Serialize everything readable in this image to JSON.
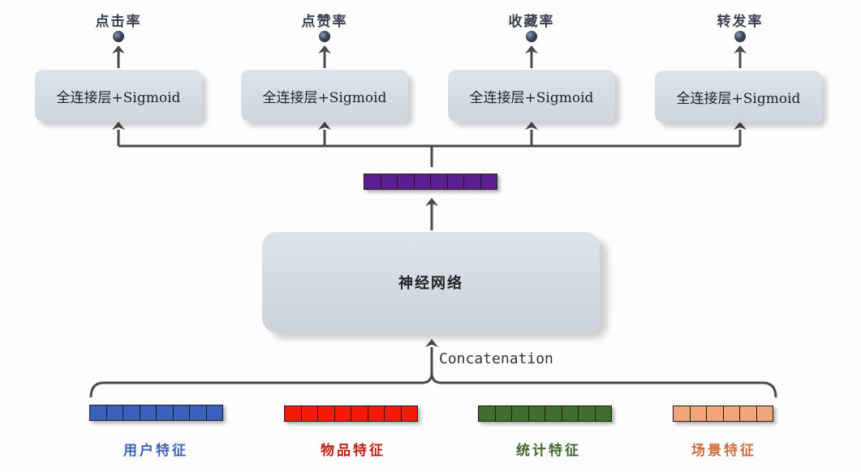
{
  "outputs": [
    {
      "label": "点击率",
      "layer": "全连接层+Sigmoid"
    },
    {
      "label": "点赞率",
      "layer": "全连接层+Sigmoid"
    },
    {
      "label": "收藏率",
      "layer": "全连接层+Sigmoid"
    },
    {
      "label": "转发率",
      "layer": "全连接层+Sigmoid"
    }
  ],
  "shared_vector": {
    "cells": 8,
    "color": "#5b1f8f"
  },
  "neural_network": {
    "label": "神经网络"
  },
  "concat_label": "Concatenation",
  "features": [
    {
      "label": "用户特征",
      "cells": 8,
      "color": "#3a62bc",
      "text_color": "#3b62b4"
    },
    {
      "label": "物品特征",
      "cells": 8,
      "color": "#f41a0a",
      "text_color": "#c21a10"
    },
    {
      "label": "统计特征",
      "cells": 8,
      "color": "#3f6e2c",
      "text_color": "#3f6630"
    },
    {
      "label": "场景特征",
      "cells": 6,
      "color": "#f0a57a",
      "text_color": "#d06a3a"
    }
  ]
}
